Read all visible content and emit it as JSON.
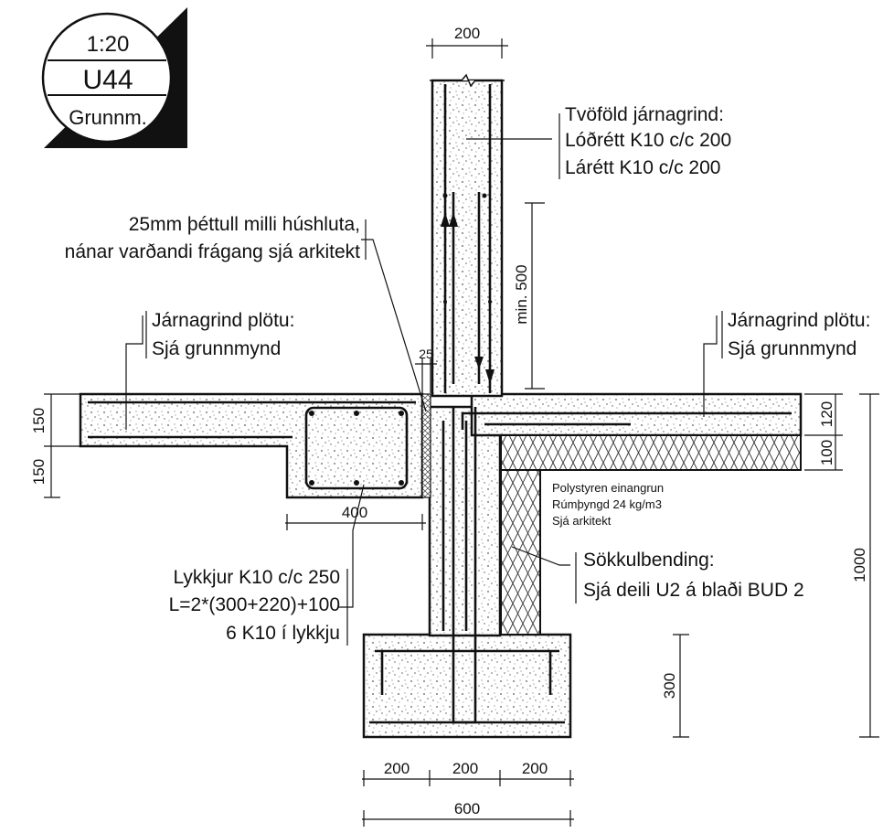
{
  "title_block": {
    "scale": "1:20",
    "detail_id": "U44",
    "view": "Grunnm."
  },
  "labels": {
    "wall_rebar_title": "Tvöföld járnagrind:",
    "wall_rebar_vertical": "Lóðrétt K10 c/c 200",
    "wall_rebar_horizontal": "Lárétt K10 c/c 200",
    "joint_line1": "25mm þéttull milli húshluta,",
    "joint_line2": "nánar varðandi frágang sjá arkitekt",
    "slab_rebar_left_title": "Járnagrind plötu:",
    "slab_rebar_left_ref": "Sjá grunnmynd",
    "slab_rebar_right_title": "Járnagrind plötu:",
    "slab_rebar_right_ref": "Sjá grunnmynd",
    "insulation_line1": "Polystyren einangrun",
    "insulation_line2": "Rúmþyngd 24 kg/m3",
    "insulation_line3": "Sjá arkitekt",
    "footing_rebar_title": "Sökkulbending:",
    "footing_rebar_ref": "Sjá deili U2 á blaði BUD 2",
    "hoops_line1": "Lykkjur K10 c/c 250",
    "hoops_line2": "L=2*(300+220)+100",
    "hoops_line3": "6 K10 í lykkju"
  },
  "dimensions": {
    "wall_width": "200",
    "anchorage": "min. 500",
    "joint_width": "25",
    "slab_left_top": "150",
    "slab_left_bottom": "150",
    "beam_width": "400",
    "slab_right": "120",
    "insulation_right": "100",
    "total_height": "1000",
    "footing_height": "300",
    "footing_left": "200",
    "footing_middle": "200",
    "footing_right": "200",
    "footing_total": "600"
  }
}
